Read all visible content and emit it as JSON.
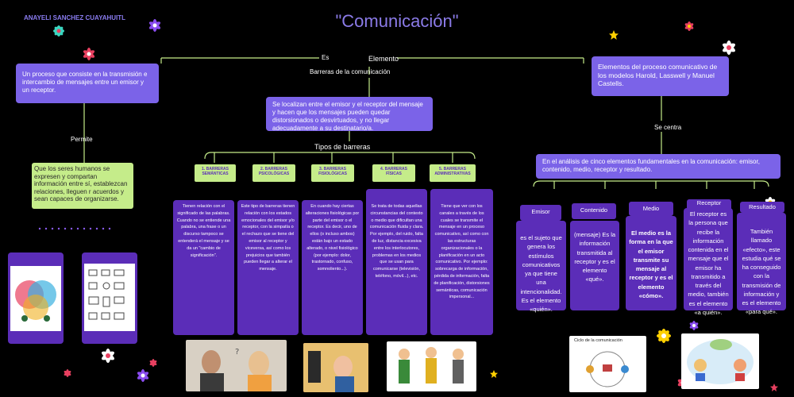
{
  "author": "ANAYELI SANCHEZ CUAYAHUITL",
  "title": "\"Comunicación\"",
  "connectors": {
    "es": "Es",
    "elemento": "Elemento",
    "barreras": "Barreras de la comunicación",
    "permite": "Permite",
    "se_centra": "Se centra",
    "tipos": "Tipos de barreras"
  },
  "definition": "Un proceso que consiste en la transmisión e intercambio de mensajes entre un emisor y un receptor.",
  "permite_text": "Que los seres humanos se expresen y compartan información entre sí, establezcan relaciones, lleguen r acuerdos y sean capaces de organizarse.",
  "barreras_text": "Se localizan entre el emisor y el receptor del mensaje y hacen que los mensajes pueden quedar distorsionados o desvirtuados, y no llegar adecuadamente a su destinatario/a.",
  "elementos_text": "Elementos del proceso comunicativo de los modelos Harold, Lasswell y Manuel Castells.",
  "centra_text": "En el análisis de cinco elementos fundamentales en la comunicación: emisor, contenido, medio, receptor y resultado.",
  "barrier_types": [
    {
      "name": "1. BARRERAS SEMÁNTICAS",
      "text": "Tienen relación con el significado de las palabras. Cuando no se entiende una palabra, una frase o un discurso tampoco se entenderá el mensaje y se da un \"cambio de significación\"."
    },
    {
      "name": "2. BARRERAS PSICOLÓGICAS",
      "text": "Este tipo de barreras tienen relación con los estados emocionales del emisor y/o receptor, con la simpatía o el rechazo que se tiene del emisor al receptor y viceversa, así como los prejuicios que también pueden llegar a alterar el mensaje."
    },
    {
      "name": "3. BARRERAS FISIOLÓGICAS",
      "text": "En cuando hay ciertas alteraciones fisiológicas por parte del emisor o el receptor. Es decir, uno de ellos (o incluso ambos) están bajo un estado alterado, o nivel fisiológico (por ejemplo: dolor, trastornado, confuso, somnoliento...)."
    },
    {
      "name": "4. BARRERAS FÍSICAS",
      "text": "Se trata de todas aquellas circunstancias del contexto o medio que dificultan una comunicación fluida y clara. Por ejemplo, del ruido, falta de luz, distancia excesiva entre los interlocutores, problemas en los medios que se usan para comunicarse (televisión, teléfono, móvil...), etc."
    },
    {
      "name": "5. BARRERAS ADMINISTRATIVAS",
      "text": "Tiene que ver con los canales a través de los cuales se transmite el mensaje en un proceso comunicativo, así como con las estructuras organizacionales o la planificación en un acto comunicativo. Por ejemplo: sobrecarga de información, pérdida de información, falta de planificación, distorsiones semánticas, comunicación impersonal..."
    }
  ],
  "process_elements": [
    {
      "name": "Emisor",
      "text": "es el sujeto que genera los estímulos comunicativos ya que tiene una intencionalidad. Es el elemento «quién»."
    },
    {
      "name": "Contenido",
      "text": "(mensaje) Es la información transmitida al receptor y es el elemento «qué»."
    },
    {
      "name": "Medio",
      "text": "El medio es la forma en la que el emisor transmite su mensaje al receptor y es el elemento «cómo»."
    },
    {
      "name": "Receptor",
      "text": "El receptor es la persona que recibe la información contenida en el mensaje que el emisor ha transmitido a través del medio, también es el elemento «a quién»."
    },
    {
      "name": "Resultado",
      "text": "También llamado «efecto», este estudia qué se ha conseguido con la transmisión de información y es el elemento «para qué»."
    }
  ],
  "image_texts": {
    "ciclo": "Ciclo de la comunicación"
  },
  "colors": {
    "background": "#000000",
    "purple_box": "#7b63e8",
    "dark_purple": "#5b2db8",
    "green": "#c5ec8a",
    "title": "#8b7be8"
  }
}
